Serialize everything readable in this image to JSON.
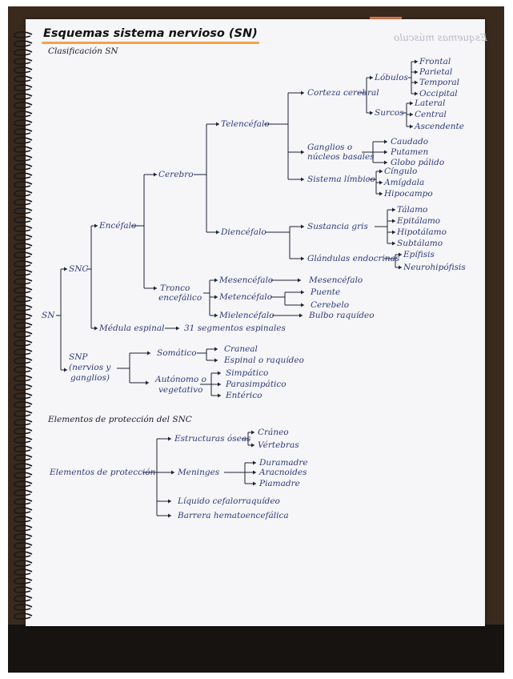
{
  "title": "Esquemas sistema nervioso (SN)",
  "subtitle": "Clasificación SN",
  "ghost_text": "Esquemas músculo",
  "tree": {
    "sn": "SN",
    "snc": "SNC",
    "encefalo": "Encéfalo",
    "cerebro": "Cerebro",
    "telencefalo": "Telencéfalo",
    "corteza": "Corteza cerebral",
    "lobulos": "Lóbulos",
    "lobulos_items": [
      "Frontal",
      "Parietal",
      "Temporal",
      "Occipital"
    ],
    "surcos": "Surcos",
    "surcos_items": [
      "Lateral",
      "Central",
      "Ascendente"
    ],
    "ganglios_line1": "Ganglios o",
    "ganglios_line2": "núcleos basales",
    "ganglios_items": [
      "Caudado",
      "Putamen",
      "Globo pálido"
    ],
    "limbico": "Sistema límbico",
    "limbico_items": [
      "Cíngulo",
      "Amígdala",
      "Hipocampo"
    ],
    "diencefalo": "Diencéfalo",
    "sustancia": "Sustancia gris",
    "sustancia_items": [
      "Tálamo",
      "Epitálamo",
      "Hipotálamo",
      "Subtálamo"
    ],
    "glandulas": "Glándulas endocrinas",
    "glandulas_items": [
      "Epífisis",
      "Neurohipófisis"
    ],
    "tronco_line1": "Tronco",
    "tronco_line2": "encefálico",
    "mesencefalo": "Mesencéfalo",
    "mesencefalo_out": "Mesencéfalo",
    "metencefalo": "Metencéfalo",
    "metencefalo_items": [
      "Puente",
      "Cerebelo"
    ],
    "mielencefalo": "Mielencéfalo",
    "mielencefalo_out": "Bulbo raquídeo",
    "medula": "Médula espinal",
    "medula_out": "31 segmentos espinales",
    "snp_line1": "SNP",
    "snp_line2": "(nervios y",
    "snp_line3": "ganglios)",
    "somatico": "Somático",
    "somatico_items": [
      "Craneal",
      "Espinal o raquídeo"
    ],
    "autonomo_line1": "Autónomo o",
    "autonomo_line2": "vegetativo",
    "autonomo_items": [
      "Simpático",
      "Parasimpático",
      "Entérico"
    ]
  },
  "proteccion": {
    "heading": "Elementos de protección del SNC",
    "root": "Elementos de protección",
    "estructuras": "Estructuras óseas",
    "estructuras_items": [
      "Cráneo",
      "Vértebras"
    ],
    "meninges": "Meninges",
    "meninges_items": [
      "Duramadre",
      "Aracnoides",
      "Piamadre"
    ],
    "liquido": "Líquido cefalorraquídeo",
    "barrera": "Barrera hematoencefálica"
  },
  "colors": {
    "ink": "#2f3a7a",
    "title_ink": "#111111",
    "highlight": "#f3a24a",
    "paper": "#f6f6f8",
    "background": "#3a2a1d"
  }
}
